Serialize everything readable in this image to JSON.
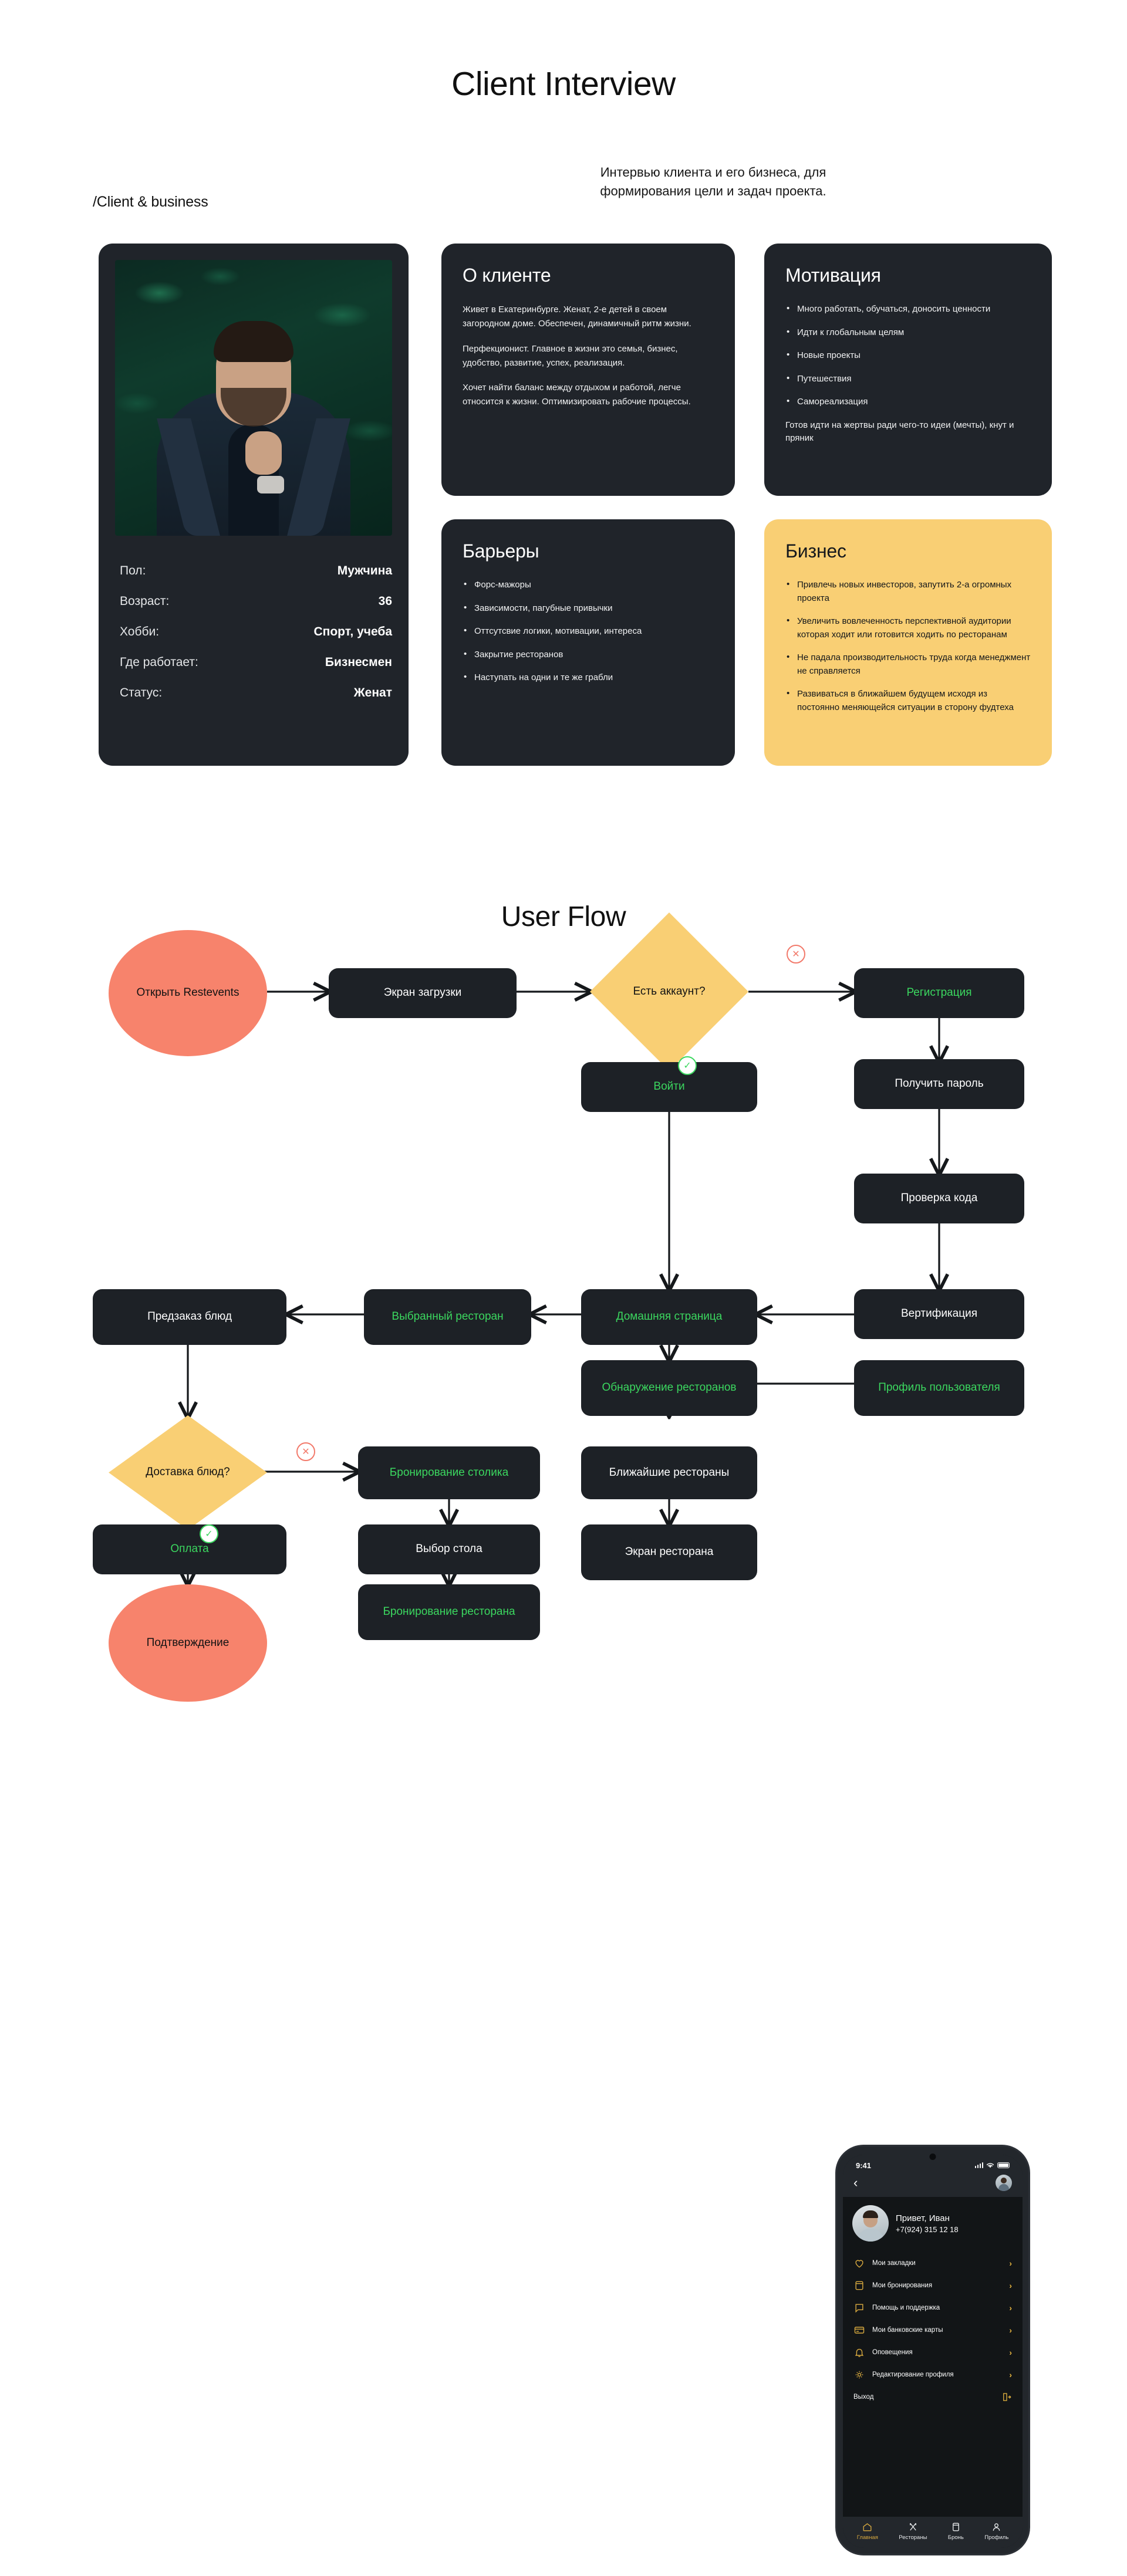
{
  "interview": {
    "title": "Client Interview",
    "subtitle": "Интервью клиента и его бизнеса, для формирования цели и задач проекта.",
    "breadcrumb": "/Client & business",
    "profile": {
      "photo_alt": "Портрет клиента",
      "rows": [
        {
          "key": "Пол:",
          "value": "Мужчина"
        },
        {
          "key": "Возраст:",
          "value": "36"
        },
        {
          "key": "Хобби:",
          "value": "Спорт, учеба"
        },
        {
          "key": "Где работает:",
          "value": "Бизнесмен"
        },
        {
          "key": "Статус:",
          "value": "Женат"
        }
      ]
    },
    "cards": {
      "client": {
        "title": "О клиенте",
        "paragraphs": [
          "Живет в Екатеринбурге. Женат, 2-е детей в своем загородном доме. Обеспечен, динамичный ритм жизни.",
          "Перфекционист. Главное в жизни это  семья, бизнес, удобство, развитие, успех, реализация.",
          "Хочет найти баланс между отдыхом и работой, легче относится к жизни. Оптимизировать рабочие процессы."
        ]
      },
      "motivation": {
        "title": "Мотивация",
        "items": [
          "Много работать, обучаться, доносить ценности",
          "Идти к глобальным целям",
          "Новые проекты",
          "Путешествия",
          "Самореализация"
        ],
        "note": "Готов идти на жертвы ради чего-то идеи (мечты), кнут и пряник"
      },
      "barriers": {
        "title": "Барьеры",
        "items": [
          "Форс-мажоры",
          "Зависимости, пагубные привычки",
          "Оттсутсвие логики, мотивации, интереса",
          "Закрытие ресторанов",
          "Наступать на одни и те же грабли"
        ]
      },
      "business": {
        "title": "Бизнес",
        "items": [
          "Привлечь новых инвесторов, запутить 2-а огромных проекта",
          "Увеличить вовлеченность перспективной аудитории которая ходит или готовится ходить по ресторанам",
          "Не падала производительность труда когда менеджмент не справляется",
          " Развиваться в ближайшем будущем исходя из постоянно меняющейся ситуации в сторону фудтеха"
        ]
      }
    }
  },
  "flow": {
    "title": "User Flow",
    "nodes": {
      "start": "Открыть Restevents",
      "loading": "Экран загрузки",
      "has_account": "Есть аккаунт?",
      "registration": "Регистрация",
      "login": "Войти",
      "get_password": "Получить пароль",
      "check_code": "Проверка кода",
      "verification": "Вертификация",
      "home_page": "Домашняя страница",
      "selected_restaurant": "Выбранный ресторан",
      "preorder": "Предзаказ блюд",
      "discover": "Обнаружение ресторанов",
      "user_profile": "Профиль пользователя",
      "delivery": "Доставка блюд?",
      "table_booking": "Бронирование столика",
      "nearby": "Ближайшие рестораны",
      "payment": "Оплата",
      "table_choice": "Выбор стола",
      "restaurant_screen": "Экран ресторана",
      "restaurant_booking": "Бронирование ресторана",
      "confirmation": "Подтверждение"
    },
    "badges": {
      "no": "✕",
      "yes": "✓"
    }
  },
  "phone": {
    "status": {
      "time": "9:41"
    },
    "user": {
      "greeting": "Привет, Иван",
      "phone": "+7(924) 315 12 18"
    },
    "menu": [
      {
        "icon": "heart-icon",
        "label": "Мои закладки"
      },
      {
        "icon": "book-icon",
        "label": "Мои бронирования"
      },
      {
        "icon": "chat-icon",
        "label": "Помощь и поддержка"
      },
      {
        "icon": "card-icon",
        "label": "Мои банковские карты"
      },
      {
        "icon": "bell-icon",
        "label": "Оповещения"
      },
      {
        "icon": "gear-icon",
        "label": "Редактирование профиля"
      }
    ],
    "logout": "Выход",
    "nav": [
      {
        "icon": "home-icon",
        "label": "Главная"
      },
      {
        "icon": "cutlery-icon",
        "label": "Рестораны"
      },
      {
        "icon": "booking-icon",
        "label": "Бронь"
      },
      {
        "icon": "person-icon",
        "label": "Профиль"
      }
    ],
    "arrow": "›"
  },
  "colors": {
    "accent_yellow": "#F9CF74",
    "accent_salmon": "#F7836C",
    "accent_green": "#3BD75F",
    "dark_card": "#20242A",
    "gold": "#D8A93F"
  }
}
